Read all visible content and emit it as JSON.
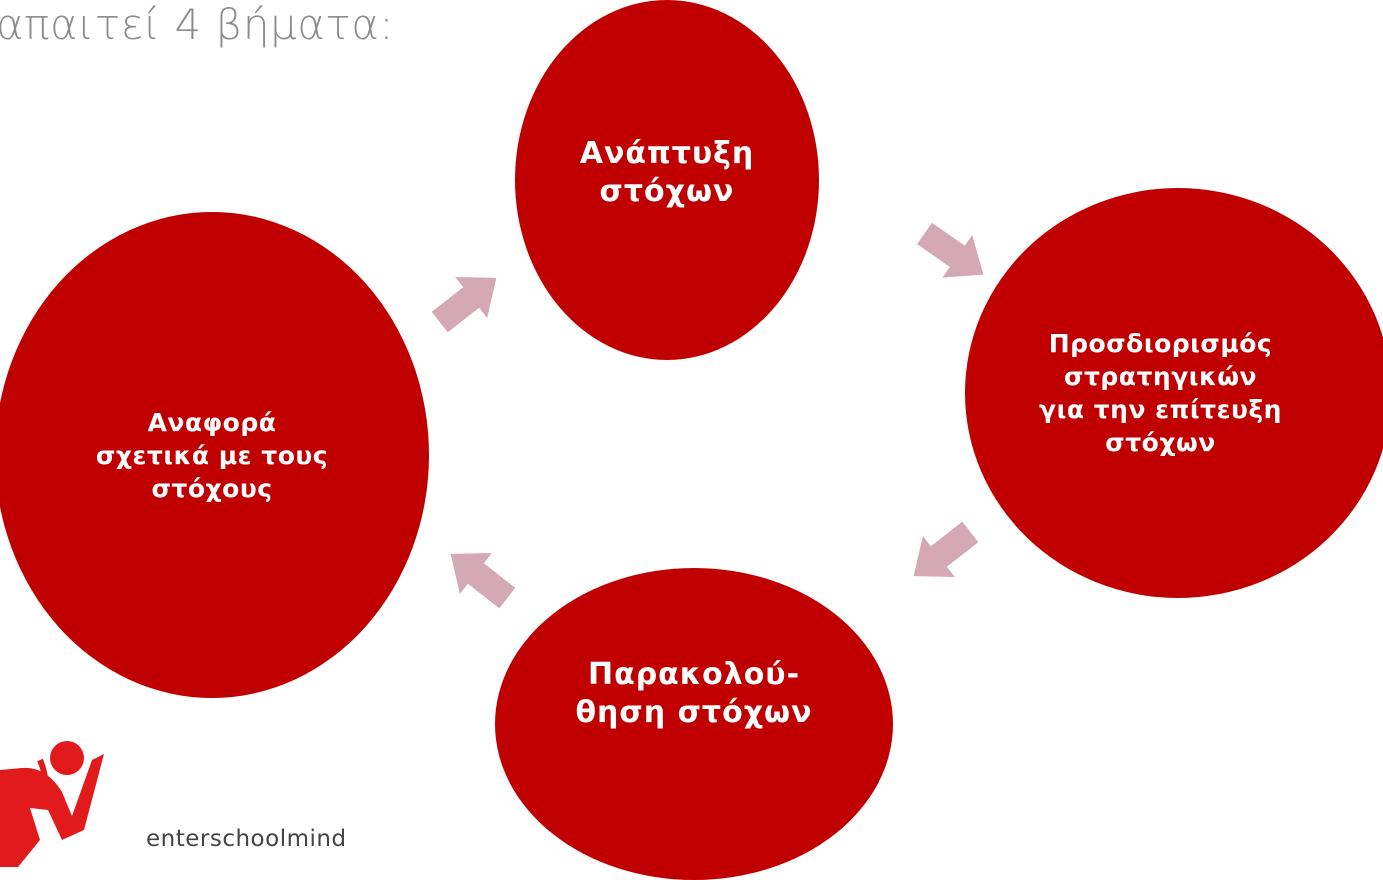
{
  "heading": "απαιτεί 4 βήματα:",
  "steps": [
    {
      "label": "Ανάπτυξη\nστόχων"
    },
    {
      "label": "Προσδιορισμός\nστρατηγικών\nγια την επίτευξη\nστόχων"
    },
    {
      "label": "Παρακολού-\nθηση στόχων"
    },
    {
      "label": "Αναφορά\nσχετικά με τους\nστόχους"
    }
  ],
  "logo_text": "enterschoolmind",
  "colors": {
    "circle": "#c00000",
    "arrow": "#d5a8b6",
    "heading": "#8c8c8c",
    "logo_red": "#e11b1b"
  },
  "icons": {
    "arrow": "block-arrow",
    "logo": "enterschoolmind-figure-logo"
  }
}
